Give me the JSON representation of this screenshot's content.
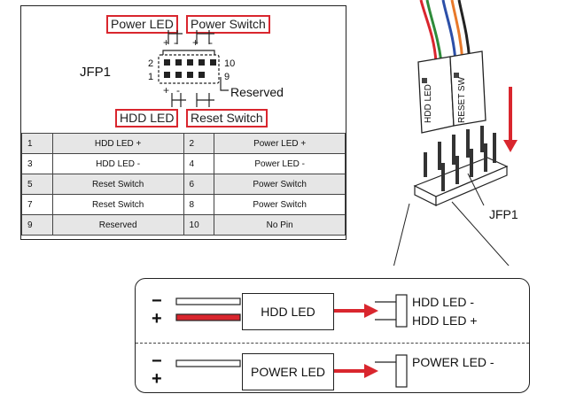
{
  "header": {
    "power_led": "Power LED",
    "power_switch": "Power Switch",
    "hdd_led": "HDD LED",
    "reset_switch": "Reset Switch",
    "jfp1": "JFP1",
    "pin2": "2",
    "pin1": "1",
    "pin10": "10",
    "pin9": "9",
    "reserved": "Reserved"
  },
  "pin_table": [
    {
      "a": "1",
      "a_name": "HDD LED +",
      "b": "2",
      "b_name": "Power LED +"
    },
    {
      "a": "3",
      "a_name": "HDD LED -",
      "b": "4",
      "b_name": "Power LED -"
    },
    {
      "a": "5",
      "a_name": "Reset Switch",
      "b": "6",
      "b_name": "Power Switch"
    },
    {
      "a": "7",
      "a_name": "Reset Switch",
      "b": "8",
      "b_name": "Power Switch"
    },
    {
      "a": "9",
      "a_name": "Reserved",
      "b": "10",
      "b_name": "No Pin"
    }
  ],
  "connector": {
    "hdd_led_label": "HDD LED",
    "reset_sw_label": "RESET SW",
    "jfp1": "JFP1"
  },
  "callout": {
    "minus": "−",
    "plus": "+",
    "hdd_box": "HDD LED",
    "hdd_minus": "HDD LED -",
    "hdd_plus": "HDD LED +",
    "power_box": "POWER LED",
    "power_minus": "POWER LED -"
  },
  "colors": {
    "accent_red": "#d9262e",
    "wire_green": "#2e8b3a",
    "wire_blue": "#2c4fa8",
    "wire_orange": "#e8792a",
    "wire_red": "#d9262e"
  }
}
